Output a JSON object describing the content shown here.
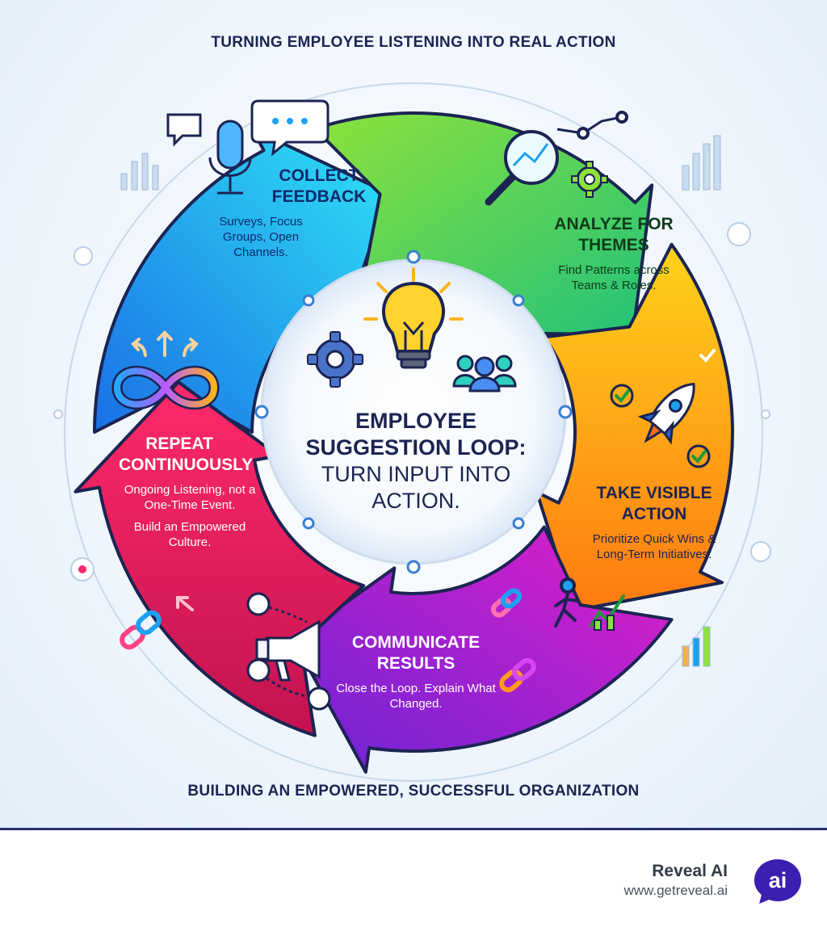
{
  "headings": {
    "top": "TURNING EMPLOYEE LISTENING INTO REAL ACTION",
    "bottom": "BUILDING AN EMPOWERED, SUCCESSFUL ORGANIZATION"
  },
  "center": {
    "title": "EMPLOYEE SUGGESTION LOOP:",
    "subtitle": "TURN INPUT INTO ACTION."
  },
  "steps": [
    {
      "title": "COLLECT FEEDBACK",
      "description": "Surveys, Focus Groups, Open Channels.",
      "color": "#1ea0f0"
    },
    {
      "title": "ANALYZE FOR THEMES",
      "description": "Find Patterns across Teams & Roles.",
      "color": "#62d54a"
    },
    {
      "title": "TAKE VISIBLE ACTION",
      "description": "Prioritize Quick Wins & Long-Term Initiatives.",
      "color": "#ffa31a"
    },
    {
      "title": "COMMUNICATE RESULTS",
      "description": "Close the Loop. Explain What Changed.",
      "color": "#b324d6"
    },
    {
      "title": "REPEAT CONTINUOUSLY",
      "description": "Ongoing Listening, not a One-Time Event.",
      "extra": "Build an Empowered Culture.",
      "color": "#e21f5c"
    }
  ],
  "icons": {
    "center": [
      "gear-icon",
      "lightbulb-icon",
      "people-icon"
    ],
    "collect": [
      "microphone-icon",
      "chat-bubble-icon"
    ],
    "analyze": [
      "magnifier-chart-icon",
      "gear-icon"
    ],
    "action": [
      "rocket-icon",
      "checkmark-icon",
      "runner-icon"
    ],
    "communicate": [
      "megaphone-icon",
      "chain-link-icon"
    ],
    "repeat": [
      "infinity-icon",
      "arrows-icon"
    ]
  },
  "brand": {
    "name": "Reveal AI",
    "url": "www.getreveal.ai",
    "logo_text": "ai",
    "logo_color": "#3b1fb0"
  }
}
